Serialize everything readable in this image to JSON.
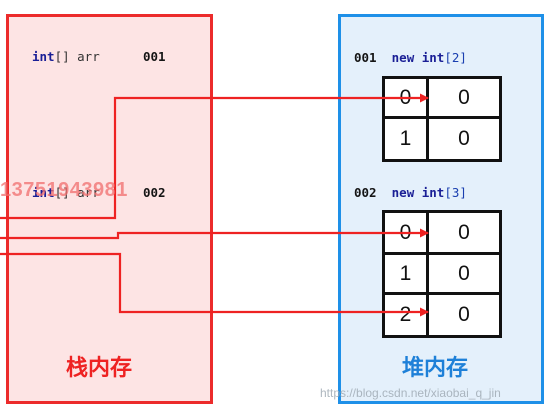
{
  "stack": {
    "title": "栈内存",
    "var1": {
      "type": "int",
      "suffix": "[] arr",
      "addr": "001"
    },
    "var2": {
      "type": "int",
      "suffix": "[] arr",
      "addr": "002"
    }
  },
  "heap": {
    "title": "堆内存",
    "array1": {
      "addr": "001",
      "kw_new": "new",
      "kw_int": "int",
      "size": "[2]",
      "rows": [
        {
          "index": "0",
          "value": "0"
        },
        {
          "index": "1",
          "value": "0"
        }
      ]
    },
    "array2": {
      "addr": "002",
      "kw_new": "new",
      "kw_int": "int",
      "size": "[3]",
      "rows": [
        {
          "index": "0",
          "value": "0"
        },
        {
          "index": "1",
          "value": "0"
        },
        {
          "index": "2",
          "value": "0"
        }
      ]
    }
  },
  "watermarks": {
    "phone": "13751943981",
    "url": "https://blog.csdn.net/xiaobai_q_jin"
  },
  "colors": {
    "stack_border": "#ec2b2b",
    "heap_border": "#1e90e8",
    "arrow": "#ee2222"
  }
}
